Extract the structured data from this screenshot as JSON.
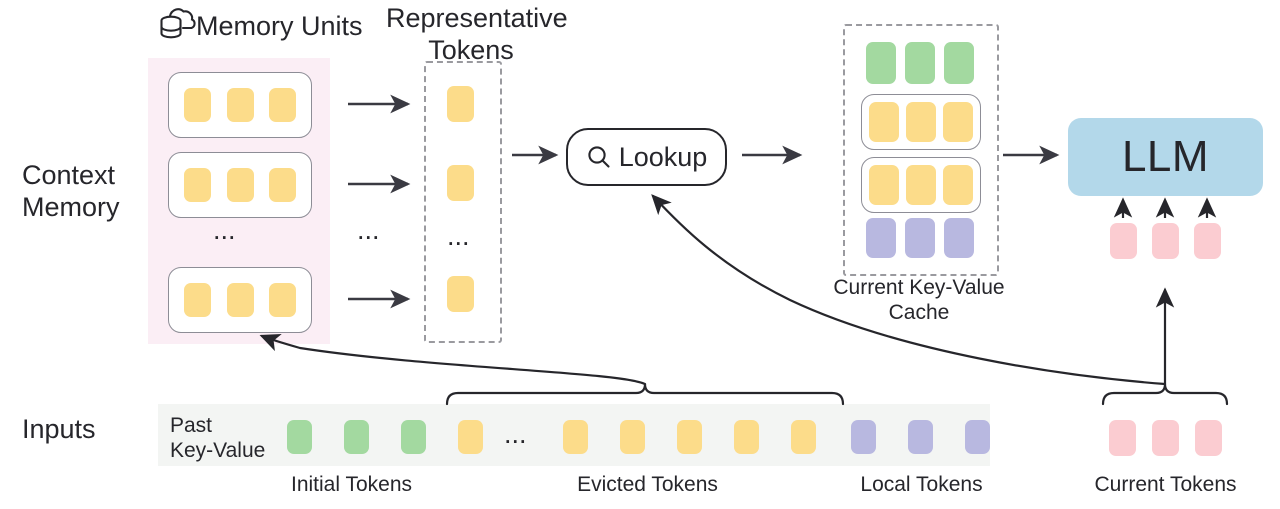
{
  "figure": {
    "type": "architecture-diagram",
    "title": "Context Memory with Memory Units, Representative Tokens, Lookup and Current Key-Value Cache"
  },
  "colors": {
    "token_yellow": "#fcdc8a",
    "token_green": "#a3d9a0",
    "token_purple": "#b8b8e0",
    "token_pink": "#fbccd1",
    "llm_blue": "#b3d8ea",
    "context_panel_pink": "#fbeef5",
    "input_strip_grey": "#f3f5f3",
    "stroke_dark": "#26262b",
    "stroke_dashed": "#9a9a9f"
  },
  "row_labels": {
    "context_memory": "Context\nMemory",
    "inputs": "Inputs"
  },
  "headers": {
    "memory_units": "Memory Units",
    "memory_units_icon": "cloud-database-icon",
    "representative_tokens": "Representative\nTokens"
  },
  "context_memory": {
    "units": [
      {
        "tokens": [
          "yellow",
          "yellow",
          "yellow"
        ]
      },
      {
        "tokens": [
          "yellow",
          "yellow",
          "yellow"
        ]
      },
      {
        "tokens": [
          "yellow",
          "yellow",
          "yellow"
        ]
      }
    ],
    "ellipsis": "...",
    "arrow_count": 3,
    "arrow_ellipsis": "..."
  },
  "representative_tokens": {
    "tokens": [
      "yellow",
      "yellow",
      "yellow"
    ],
    "ellipsis": "..."
  },
  "lookup": {
    "label": "Lookup",
    "icon": "search-icon"
  },
  "kv_cache": {
    "caption": "Current Key-Value\nCache",
    "rows": [
      {
        "boxed": false,
        "tokens": [
          "green",
          "green",
          "green"
        ]
      },
      {
        "boxed": true,
        "tokens": [
          "yellow",
          "yellow",
          "yellow"
        ]
      },
      {
        "boxed": true,
        "tokens": [
          "yellow",
          "yellow",
          "yellow"
        ]
      },
      {
        "boxed": false,
        "tokens": [
          "purple",
          "purple",
          "purple"
        ]
      }
    ]
  },
  "llm": {
    "label": "LLM",
    "input_tokens": [
      "pink",
      "pink",
      "pink"
    ],
    "input_arrow_count": 3
  },
  "inputs": {
    "strip_label": "Past\nKey-Value",
    "sequence": [
      {
        "color": "green",
        "group": "initial"
      },
      {
        "color": "green",
        "group": "initial"
      },
      {
        "color": "green",
        "group": "initial"
      },
      {
        "color": "yellow",
        "group": "evicted"
      },
      {
        "ellipsis": "..."
      },
      {
        "color": "yellow",
        "group": "evicted"
      },
      {
        "color": "yellow",
        "group": "evicted"
      },
      {
        "color": "yellow",
        "group": "evicted"
      },
      {
        "color": "yellow",
        "group": "evicted"
      },
      {
        "color": "yellow",
        "group": "evicted"
      },
      {
        "color": "purple",
        "group": "local"
      },
      {
        "color": "purple",
        "group": "local"
      },
      {
        "color": "purple",
        "group": "local"
      }
    ],
    "current_tokens": [
      "pink",
      "pink",
      "pink"
    ],
    "group_labels": {
      "initial": "Initial Tokens",
      "evicted": "Evicted Tokens",
      "local": "Local Tokens",
      "current": "Current Tokens"
    }
  }
}
